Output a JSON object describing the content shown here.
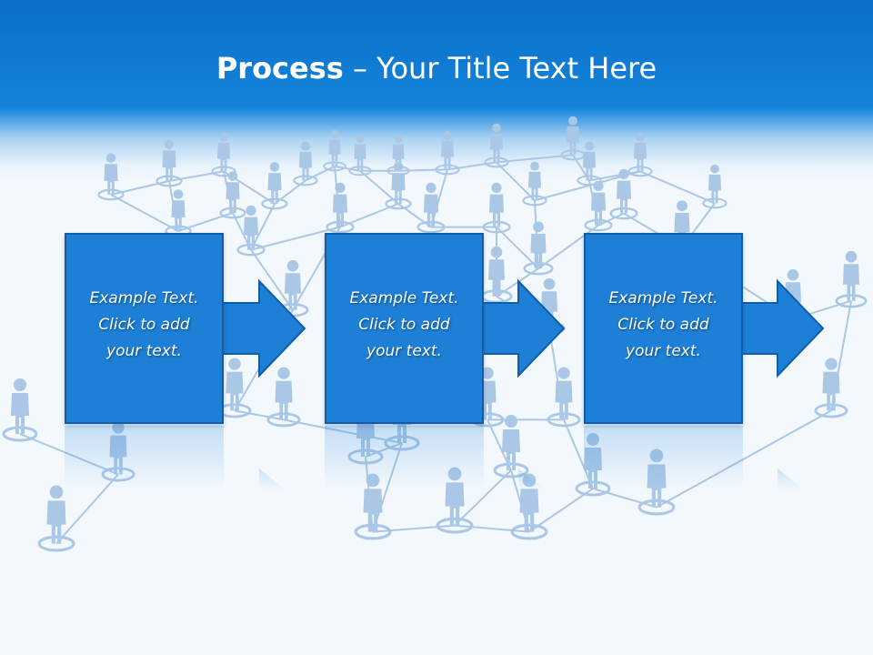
{
  "slide": {
    "title_bold": "Process",
    "title_rest": " – Your Title Text Here"
  },
  "steps": [
    {
      "line1": "Example Text.",
      "line2": "Click  to add",
      "line3": "your text."
    },
    {
      "line1": "Example Text.",
      "line2": "Click  to add",
      "line3": "your text."
    },
    {
      "line1": "Example Text.",
      "line2": "Click  to add",
      "line3": "your text."
    }
  ],
  "colors": {
    "header_blue": "#1483da",
    "box_blue": "#1d7fd6",
    "box_border": "#0f5ea8",
    "figure_blue": "#aac8e6",
    "background": "#f3f8fd"
  },
  "icons": {
    "background": "people-network-graphic",
    "connector": "right-arrow-icon"
  }
}
